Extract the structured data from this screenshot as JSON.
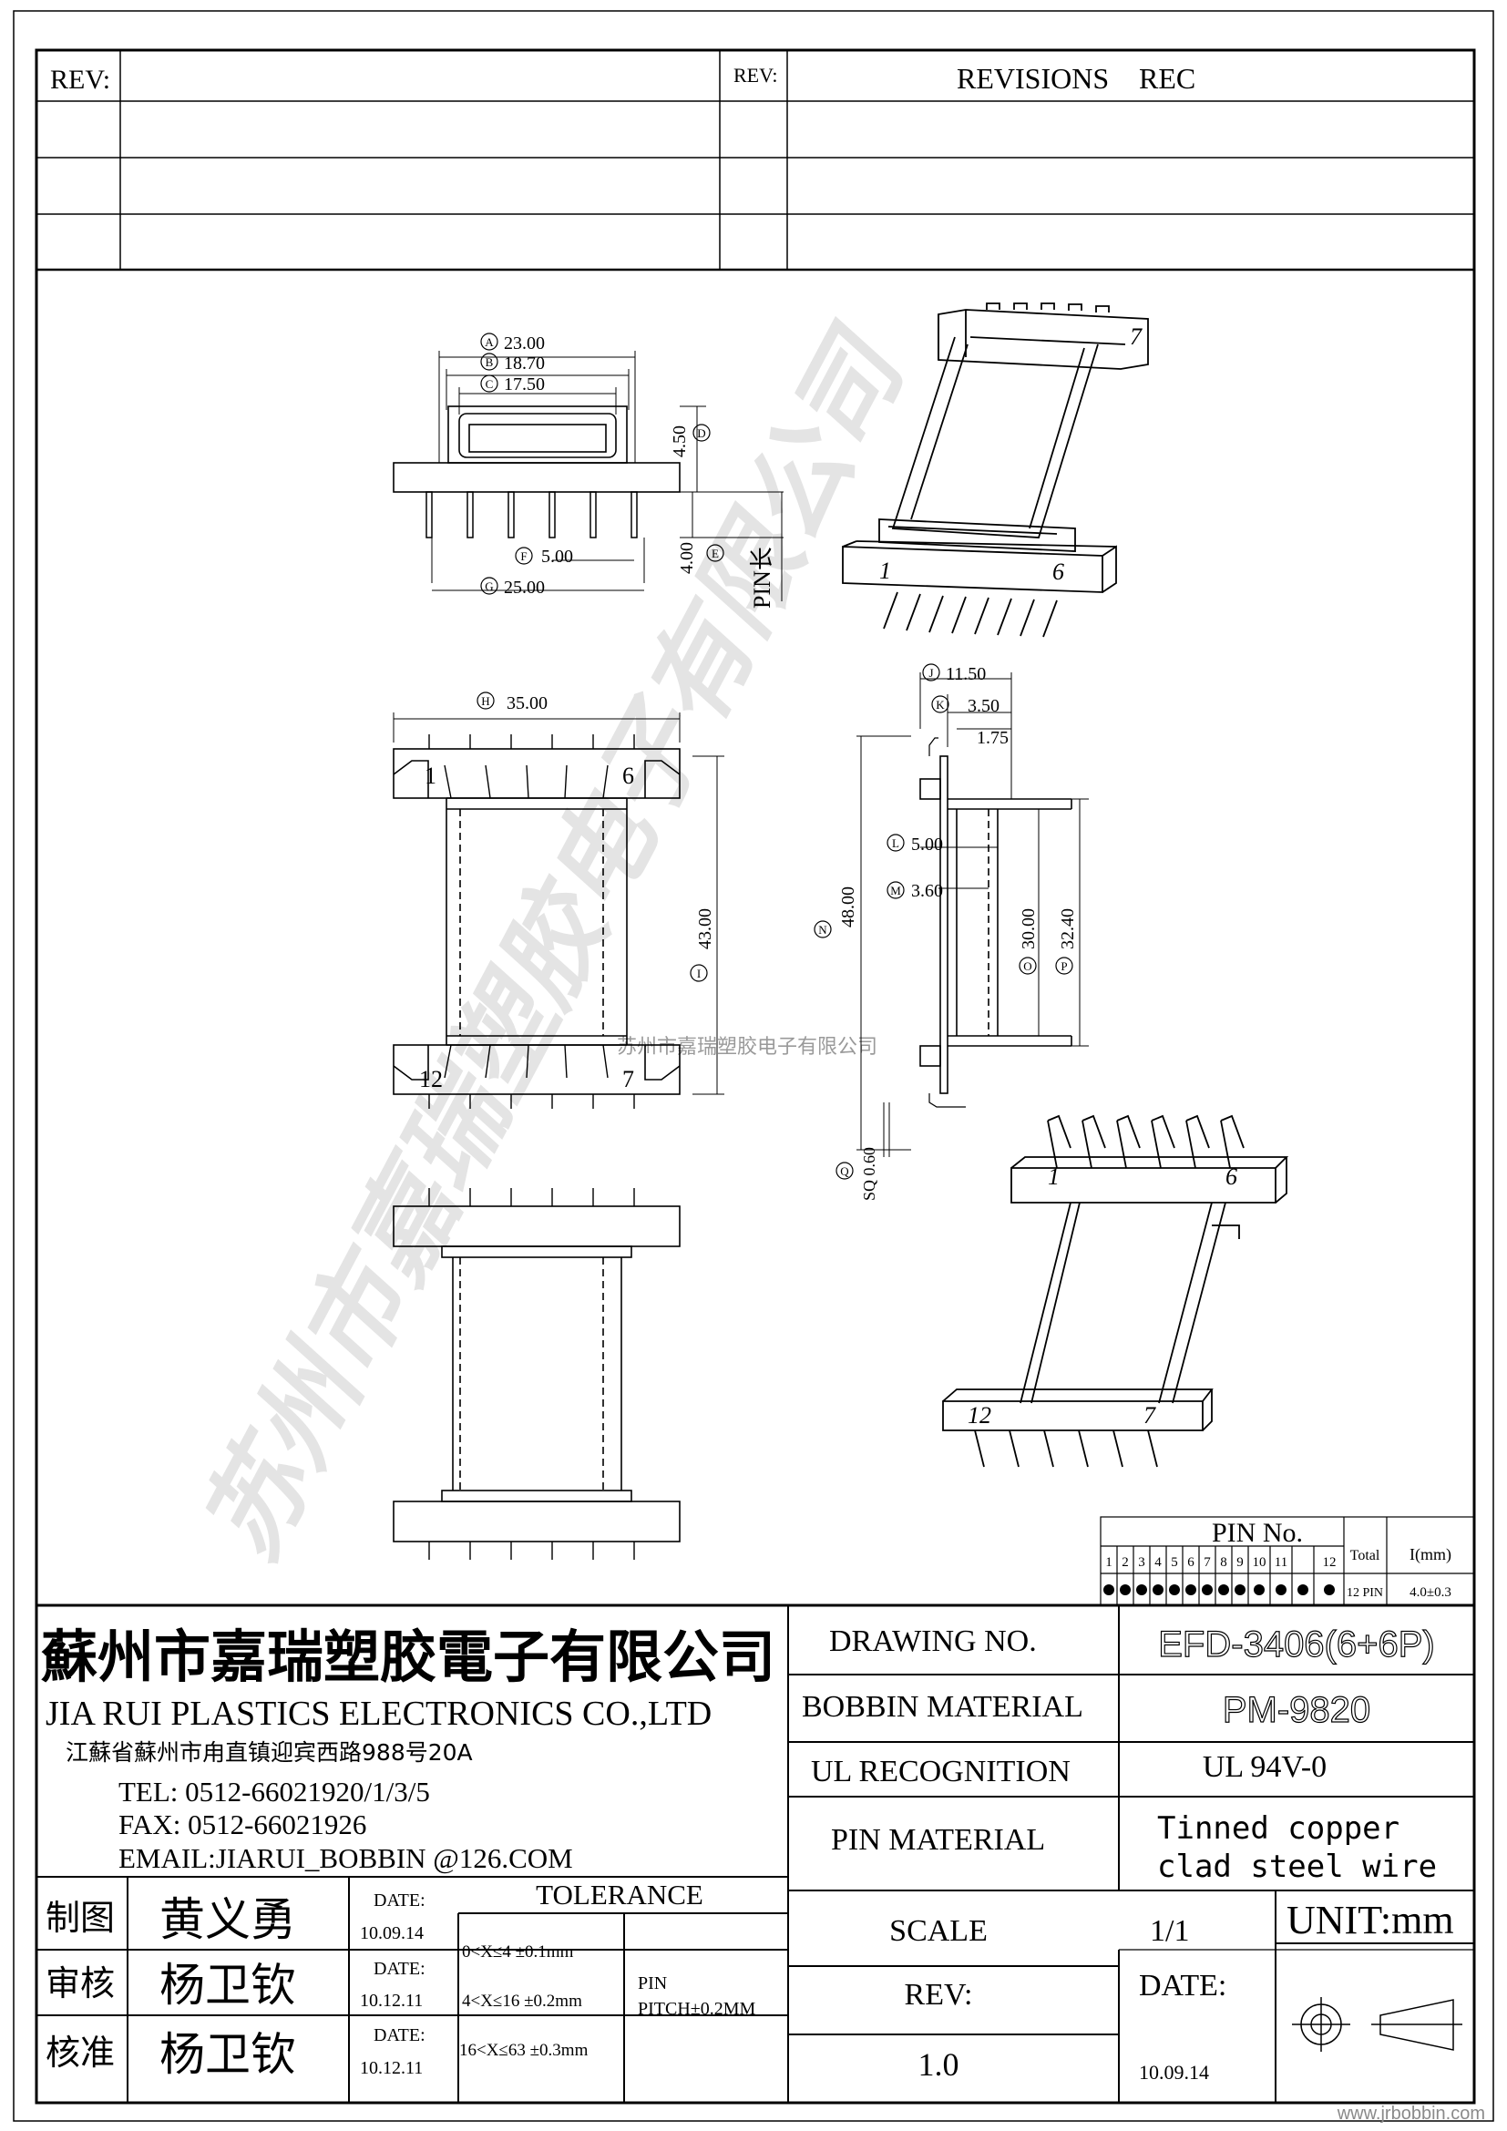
{
  "revision_table": {
    "rev_label_left": "REV:",
    "rev_label_right": "REV:",
    "revisions_label": "REVISIONS",
    "rec_label": "REC"
  },
  "dimensions": {
    "a": {
      "mark": "A",
      "value": "23.00"
    },
    "b": {
      "mark": "B",
      "value": "18.70"
    },
    "c": {
      "mark": "C",
      "value": "17.50"
    },
    "d": {
      "mark": "D",
      "value": "4.50"
    },
    "e": {
      "mark": "E",
      "value": "4.00"
    },
    "f": {
      "mark": "F",
      "value": "5.00"
    },
    "g": {
      "mark": "G",
      "value": "25.00"
    },
    "h": {
      "mark": "H",
      "value": "35.00"
    },
    "i": {
      "mark": "I",
      "value": "43.00"
    },
    "j": {
      "mark": "J",
      "value": "11.50"
    },
    "k": {
      "mark": "K",
      "value": "3.50"
    },
    "k2": {
      "value": "1.75"
    },
    "l": {
      "mark": "L",
      "value": "5.00"
    },
    "m": {
      "mark": "M",
      "value": "3.60"
    },
    "n": {
      "mark": "N",
      "value": "48.00"
    },
    "o": {
      "mark": "O",
      "value": "30.00"
    },
    "p": {
      "mark": "P",
      "value": "32.40"
    },
    "q": {
      "mark": "Q",
      "value": "SQ 0.60"
    },
    "pin_length_label": "PIN长"
  },
  "pin_labels": {
    "iso_top_1": "1",
    "iso_top_6": "6",
    "iso_top_7": "7",
    "top_view_1": "1",
    "top_view_6": "6",
    "top_view_12": "12",
    "top_view_7": "7",
    "iso_bottom_1": "1",
    "iso_bottom_6": "6",
    "iso_bottom_12": "12",
    "iso_bottom_7": "7"
  },
  "watermark": {
    "center_text": "苏州市嘉瑞塑胶电子有限公司",
    "diagonal_text": "苏州市嘉瑞塑胶电子有限公司"
  },
  "pin_table": {
    "title": "PIN No.",
    "pins": [
      "1",
      "2",
      "3",
      "4",
      "5",
      "6",
      "7",
      "8",
      "9",
      "10",
      "11",
      "12"
    ],
    "total_label": "Total",
    "length_label": "I(mm)",
    "total_value": "12 PIN",
    "length_value": "4.0±0.3"
  },
  "company": {
    "name_cn": "蘇州市嘉瑞塑胶電子有限公司",
    "name_en": "JIA RUI PLASTICS ELECTRONICS CO.,LTD",
    "address": "江蘇省蘇州市甪直镇迎宾西路988号20A",
    "tel": "TEL: 0512-66021920/1/3/5",
    "fax": "FAX: 0512-66021926",
    "email": "EMAIL:JIARUI_BOBBIN @126.COM"
  },
  "title_block": {
    "drawing_no_label": "DRAWING  NO.",
    "drawing_no": "EFD-3406(6+6P)",
    "bobbin_material_label": "BOBBIN  MATERIAL",
    "bobbin_material": "PM-9820",
    "ul_label": "UL RECOGNITION",
    "ul_value": "UL 94V-0",
    "pin_material_label": "PIN MATERIAL",
    "pin_material_line1": "Tinned copper",
    "pin_material_line2": "clad steel wire",
    "scale_label": "SCALE",
    "scale_value": "1/1",
    "unit_label": "UNIT:mm",
    "rev_label": "REV:",
    "rev_value": "1.0",
    "date_label": "DATE:",
    "date_value": "10.09.14"
  },
  "signoff": [
    {
      "role": "制图",
      "name": "黄义勇",
      "date_label": "DATE:",
      "date": "10.09.14"
    },
    {
      "role": "审核",
      "name": "杨卫钦",
      "date_label": "DATE:",
      "date": "10.12.11"
    },
    {
      "role": "核准",
      "name": "杨卫钦",
      "date_label": "DATE:",
      "date": "10.12.11"
    }
  ],
  "tolerance": {
    "title": "TOLERANCE",
    "rows": [
      "0<X≤4  ±0.1mm",
      "4<X≤16 ±0.2mm",
      "16<X≤63 ±0.3mm"
    ],
    "pin_label": "PIN",
    "pin_pitch": "PITCH±0.2MM"
  },
  "footer_url": "www.jrbobbin.com"
}
